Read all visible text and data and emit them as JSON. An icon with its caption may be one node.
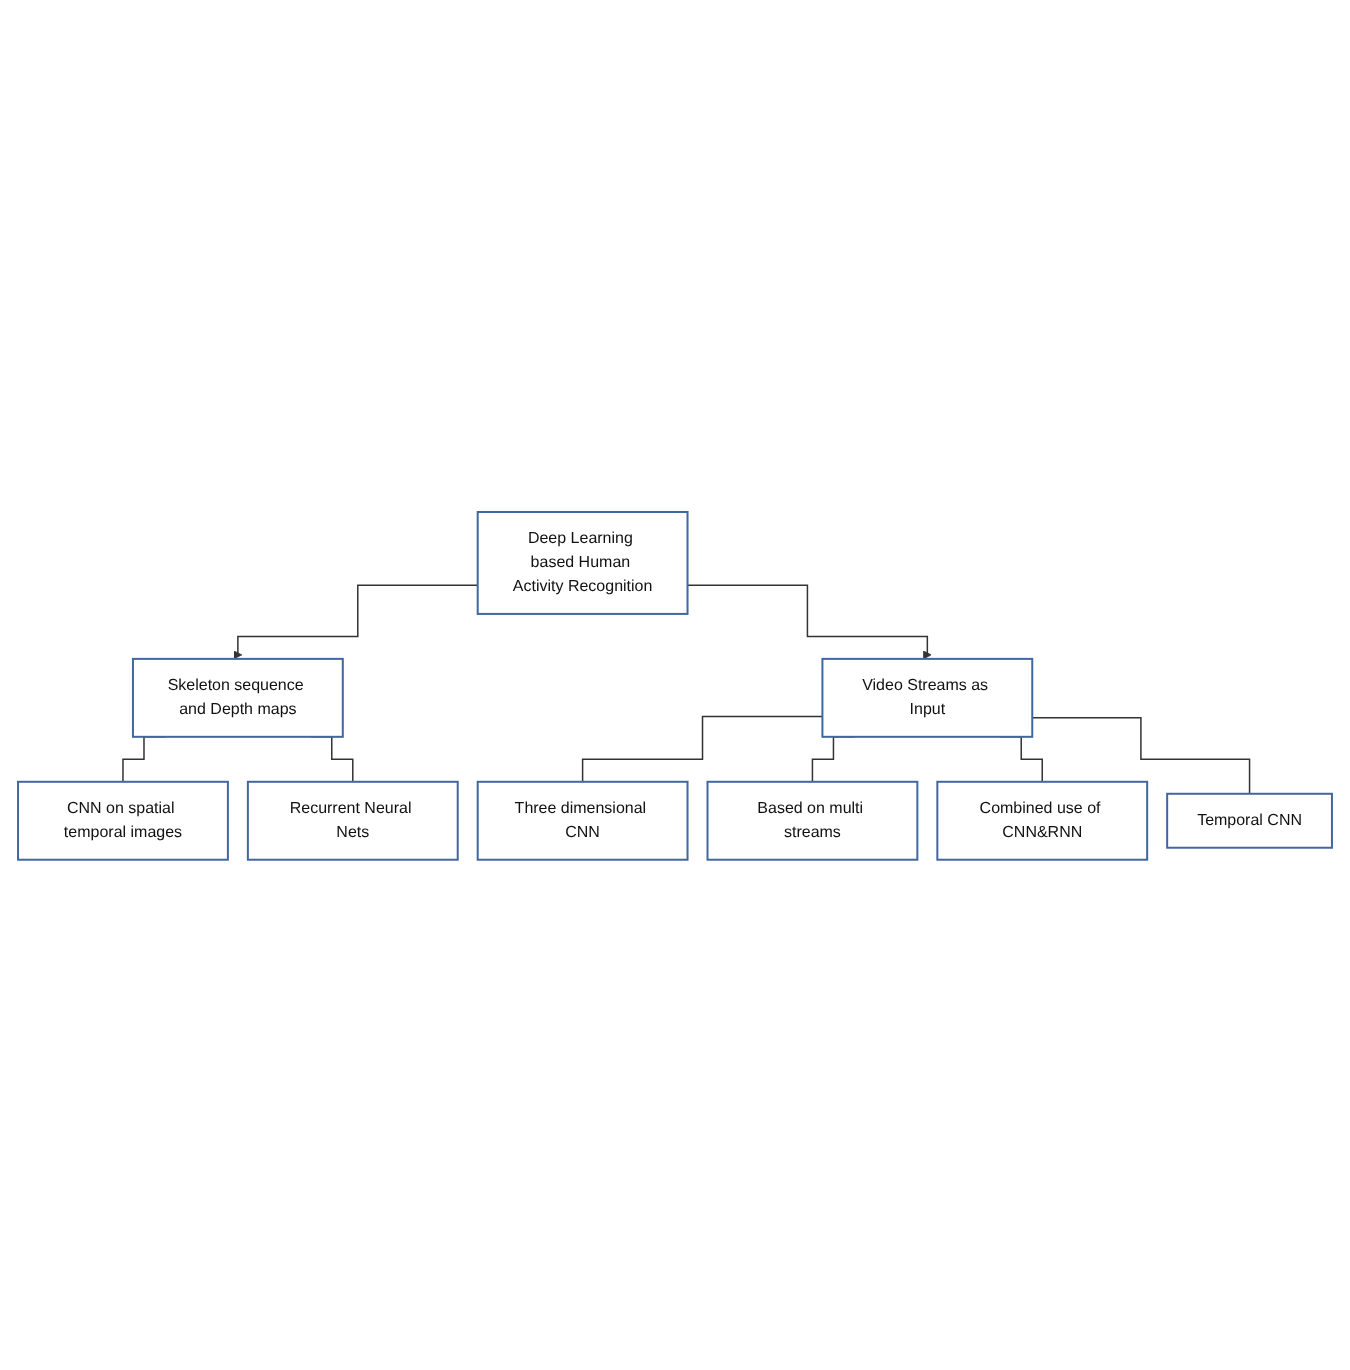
{
  "diagram": {
    "nodes": [
      {
        "text": [
          "Deep Learning based Human Activity Recognition"
        ]
      },
      {
        "text": [
          "Skeleton sequence and Depth maps"
        ]
      },
      {
        "text": [
          "Video Streams as Input"
        ]
      },
      {
        "text": [
          "CNN on spatial temporal images"
        ]
      },
      {
        "text": [
          "Recurrent Neural Nets"
        ]
      },
      {
        "text": [
          "Three dimensional CNN"
        ]
      },
      {
        "text": [
          "Based on multi streams"
        ]
      },
      {
        "text": [
          "Combined use of CNN&RNN"
        ]
      },
      {
        "text": [
          "Temporal CNN"
        ]
      }
    ],
    "edges": [
      {
        "from": 0,
        "to": 1,
        "arrow": "to"
      },
      {
        "from": 0,
        "to": 2,
        "arrow": "to"
      },
      {
        "from": 1,
        "to": 3,
        "arrow": "none"
      },
      {
        "from": 1,
        "to": 4,
        "arrow": "none"
      },
      {
        "from": 2,
        "to": 5,
        "arrow": "none"
      },
      {
        "from": 2,
        "to": 6,
        "arrow": "none"
      },
      {
        "from": 2,
        "to": 7,
        "arrow": "none"
      },
      {
        "from": 2,
        "to": 8,
        "arrow": "none"
      }
    ]
  }
}
